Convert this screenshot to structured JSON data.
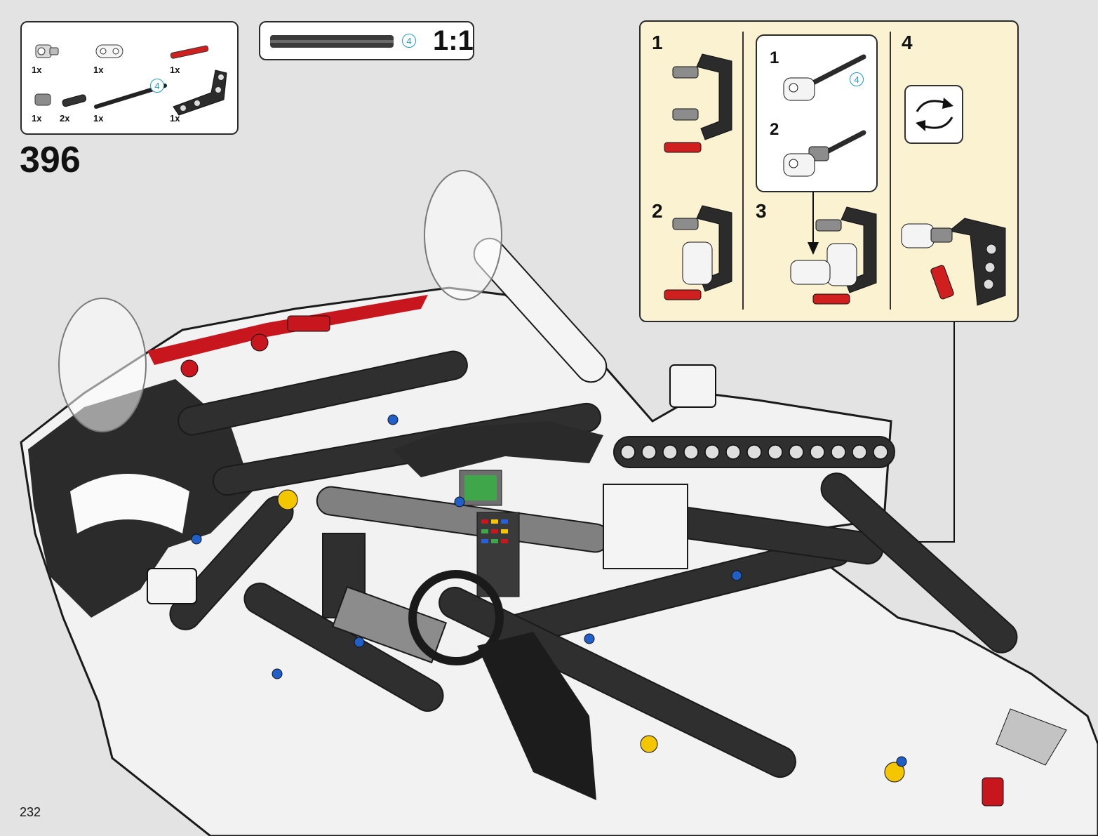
{
  "parts_list": {
    "items": [
      {
        "qty": "1x",
        "icon": "pin-connector-light-gray"
      },
      {
        "qty": "1x",
        "icon": "beam-2-white"
      },
      {
        "qty": "1x",
        "icon": "axle-pin-red"
      },
      {
        "qty": "1x",
        "icon": "bush-gray"
      },
      {
        "qty": "2x",
        "icon": "pin-black"
      },
      {
        "qty": "1x",
        "icon": "axle-4-black"
      },
      {
        "qty": "1x",
        "icon": "angle-beam-black"
      }
    ],
    "axle_length": "4"
  },
  "scale_box": {
    "axle_length": "4",
    "ratio": "1:1"
  },
  "step_number": "396",
  "page_number": "232",
  "substeps": {
    "s1": "1",
    "s2": "2",
    "s3": "3",
    "s4": "4",
    "inner_1": "1",
    "inner_2": "2",
    "inner_axle_length": "4"
  },
  "colors": {
    "callout_bg": "#fbf2d2",
    "page_bg": "#e3e3e3",
    "accent_blue": "#1c9ad6",
    "red": "#d01f1f"
  }
}
